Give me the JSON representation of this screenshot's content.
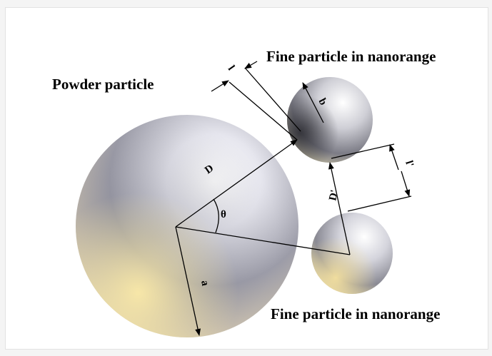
{
  "labels": {
    "powder_particle": "Powder particle",
    "fine_particle_top": "Fine particle in nanorange",
    "fine_particle_bottom": "Fine particle in nanorange"
  },
  "symbols": {
    "a": "a",
    "b": "b",
    "D": "D",
    "D_prime": "D'",
    "theta": "θ",
    "l": "l",
    "l_prime": "l'"
  },
  "colors": {
    "line": "#000000",
    "background": "#ffffff"
  }
}
